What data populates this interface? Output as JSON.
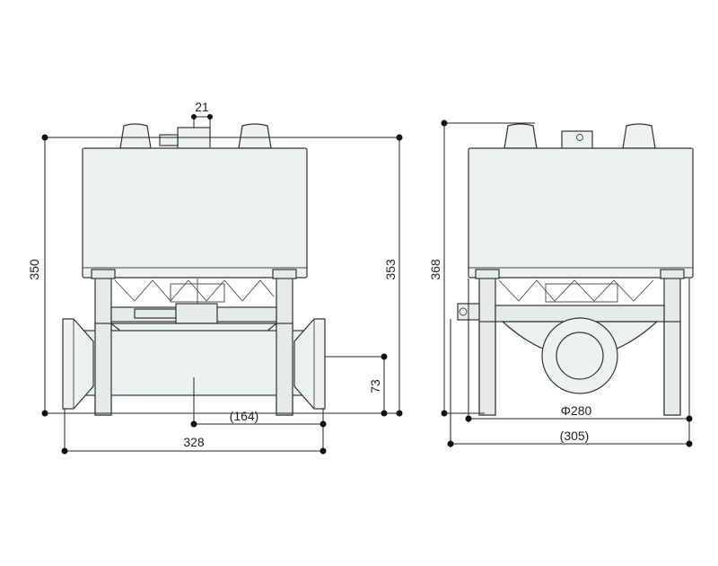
{
  "dimensions": {
    "front_top_width": "21",
    "front_height_left": "350",
    "front_height_right": "353",
    "front_flange_height": "73",
    "front_half_length": "(164)",
    "front_total_length": "328",
    "side_height": "368",
    "side_diameter": "Φ280",
    "side_total_width": "(305)"
  },
  "colors": {
    "body": "#eef2ef",
    "outline": "#333333",
    "dimension": "#222222"
  }
}
